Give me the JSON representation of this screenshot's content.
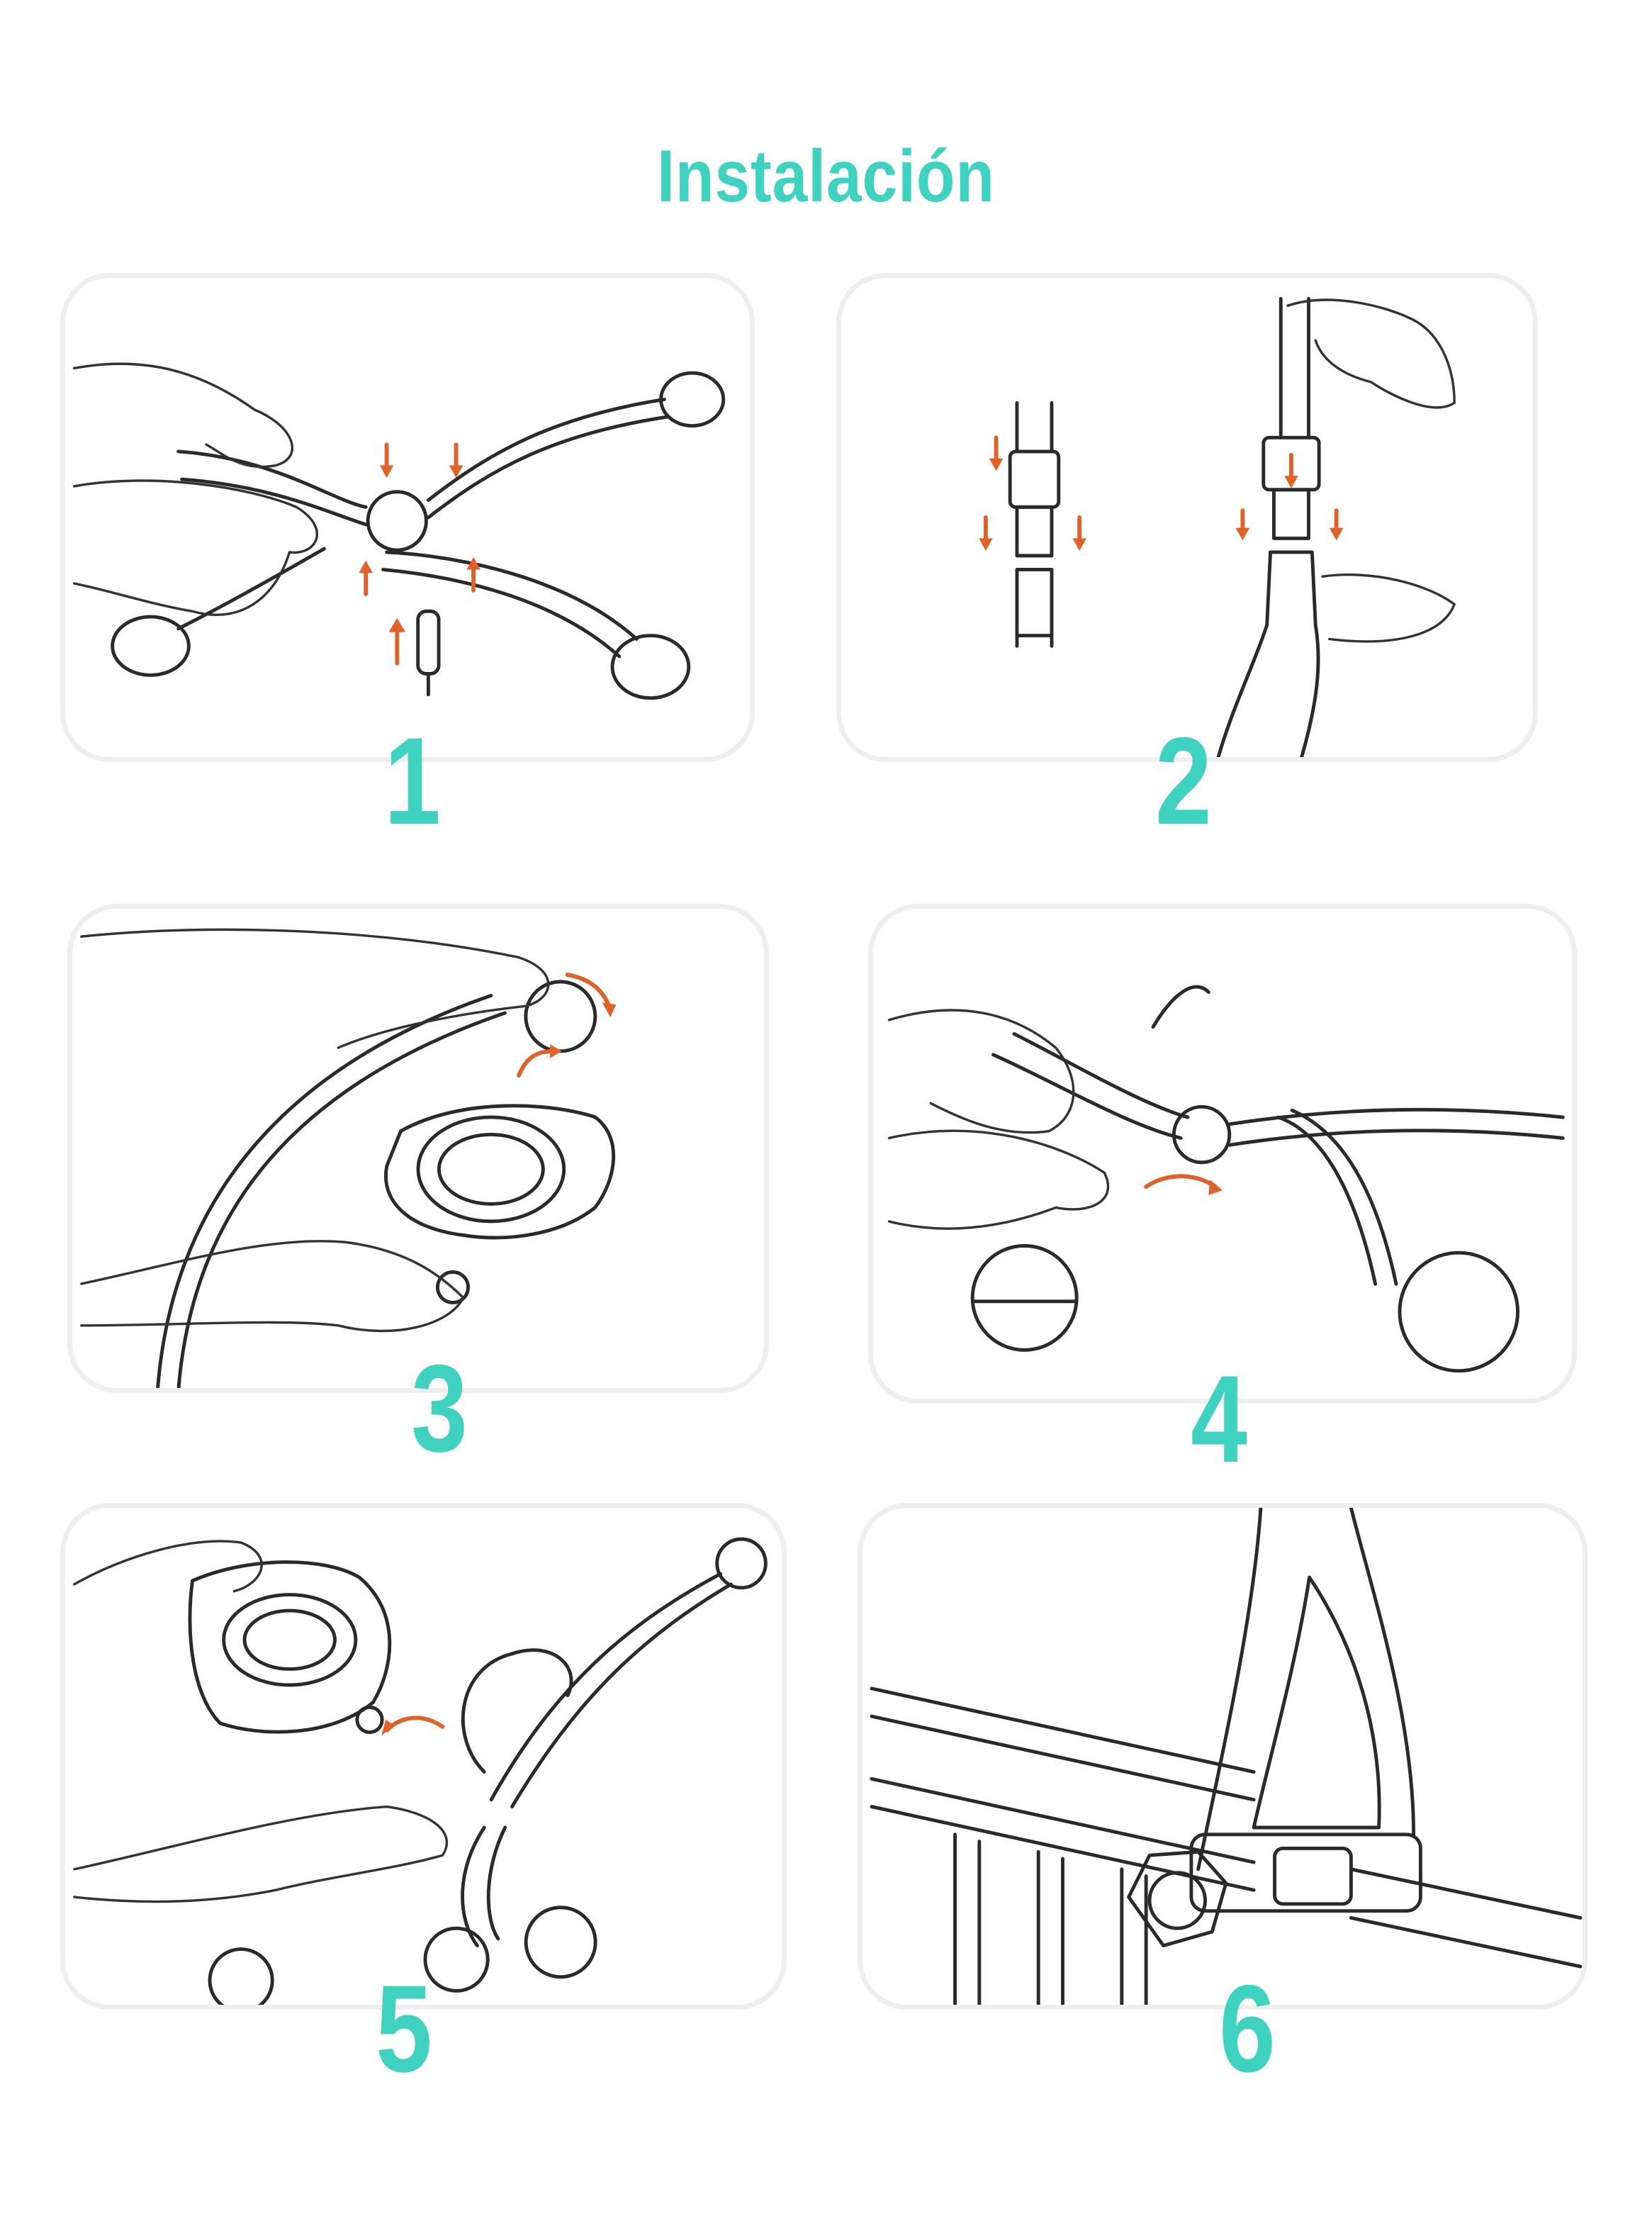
{
  "title": "Instalación",
  "steps": [
    {
      "number": "1"
    },
    {
      "number": "2"
    },
    {
      "number": "3"
    },
    {
      "number": "4"
    },
    {
      "number": "5"
    },
    {
      "number": "6"
    }
  ],
  "colors": {
    "accent": "#3fd2c0",
    "arrow": "#e0622a",
    "line": "#2a2a2a"
  }
}
